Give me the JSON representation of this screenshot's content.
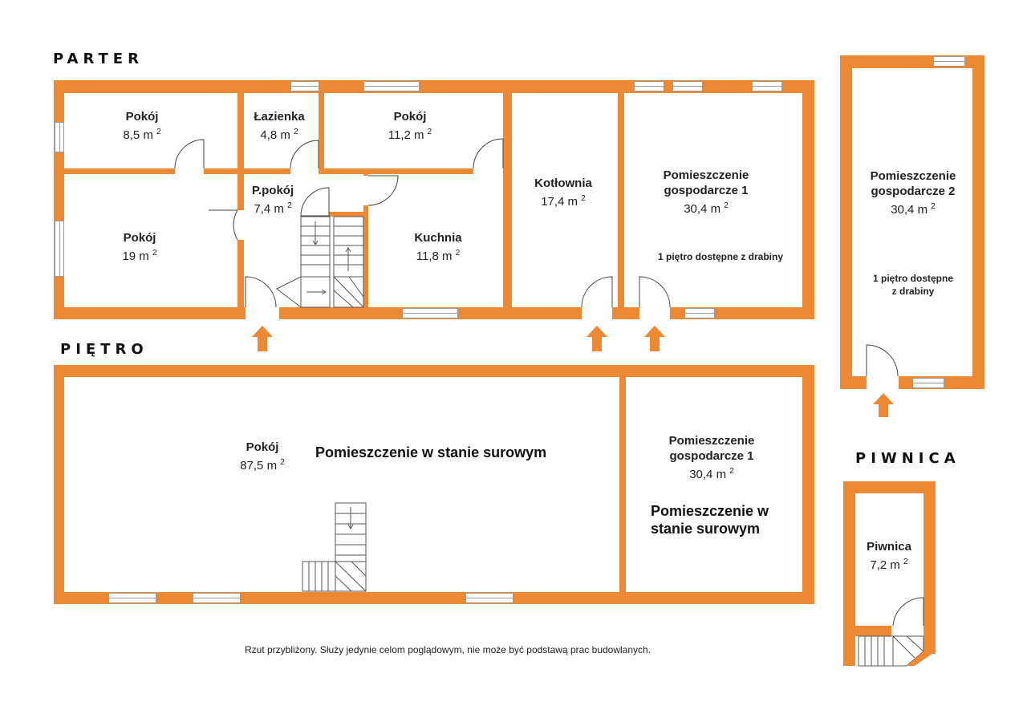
{
  "sections": {
    "parter": "PARTER",
    "pietro": "PIĘTRO",
    "piwnica": "PIWNICA"
  },
  "rooms": {
    "pokoj_1": {
      "name": "Pokój",
      "area": "8,5 m",
      "sup": "2"
    },
    "lazienka": {
      "name": "Łazienka",
      "area": "4,8 m",
      "sup": "2"
    },
    "pokoj_2": {
      "name": "Pokój",
      "area": "11,2 m",
      "sup": "2"
    },
    "pokoj_3": {
      "name": "Pokój",
      "area": "19 m",
      "sup": "2"
    },
    "ppokoj": {
      "name": "P.pokój",
      "area": "7,4 m",
      "sup": "2"
    },
    "kuchnia": {
      "name": "Kuchnia",
      "area": "11,8 m",
      "sup": "2"
    },
    "kotlownia": {
      "name": "Kotłownia",
      "area": "17,4 m",
      "sup": "2"
    },
    "gosp1_parter": {
      "name1": "Pomieszczenie",
      "name2": "gospodarcze 1",
      "area": "30,4 m",
      "sup": "2"
    },
    "gosp2": {
      "name1": "Pomieszczenie",
      "name2": "gospodarcze 2",
      "area": "30,4 m",
      "sup": "2"
    },
    "pokoj_pietro": {
      "name": "Pokój",
      "area": "87,5 m",
      "sup": "2"
    },
    "gosp1_pietro": {
      "name1": "Pomieszczenie",
      "name2": "gospodarcze 1",
      "area": "30,4 m",
      "sup": "2"
    },
    "piwnica": {
      "name": "Piwnica",
      "area": "7,2 m",
      "sup": "2"
    }
  },
  "notes": {
    "drabina_parter": "1 piętro dostępne z drabiny",
    "drabina_gosp2_l1": "1 piętro dostępne",
    "drabina_gosp2_l2": "z drabiny",
    "surowy_main": "Pomieszczenie w stanie surowym",
    "surowy_gosp_l1": "Pomieszczenie w",
    "surowy_gosp_l2": "stanie surowym"
  },
  "footer": "Rzut przybliżony. Służy jedynie celom poglądowym, nie może być podstawą prac budowlanych.",
  "colors": {
    "wall": "#ef8833",
    "window_frame": "#9a9a9a",
    "background": "#ffffff"
  }
}
